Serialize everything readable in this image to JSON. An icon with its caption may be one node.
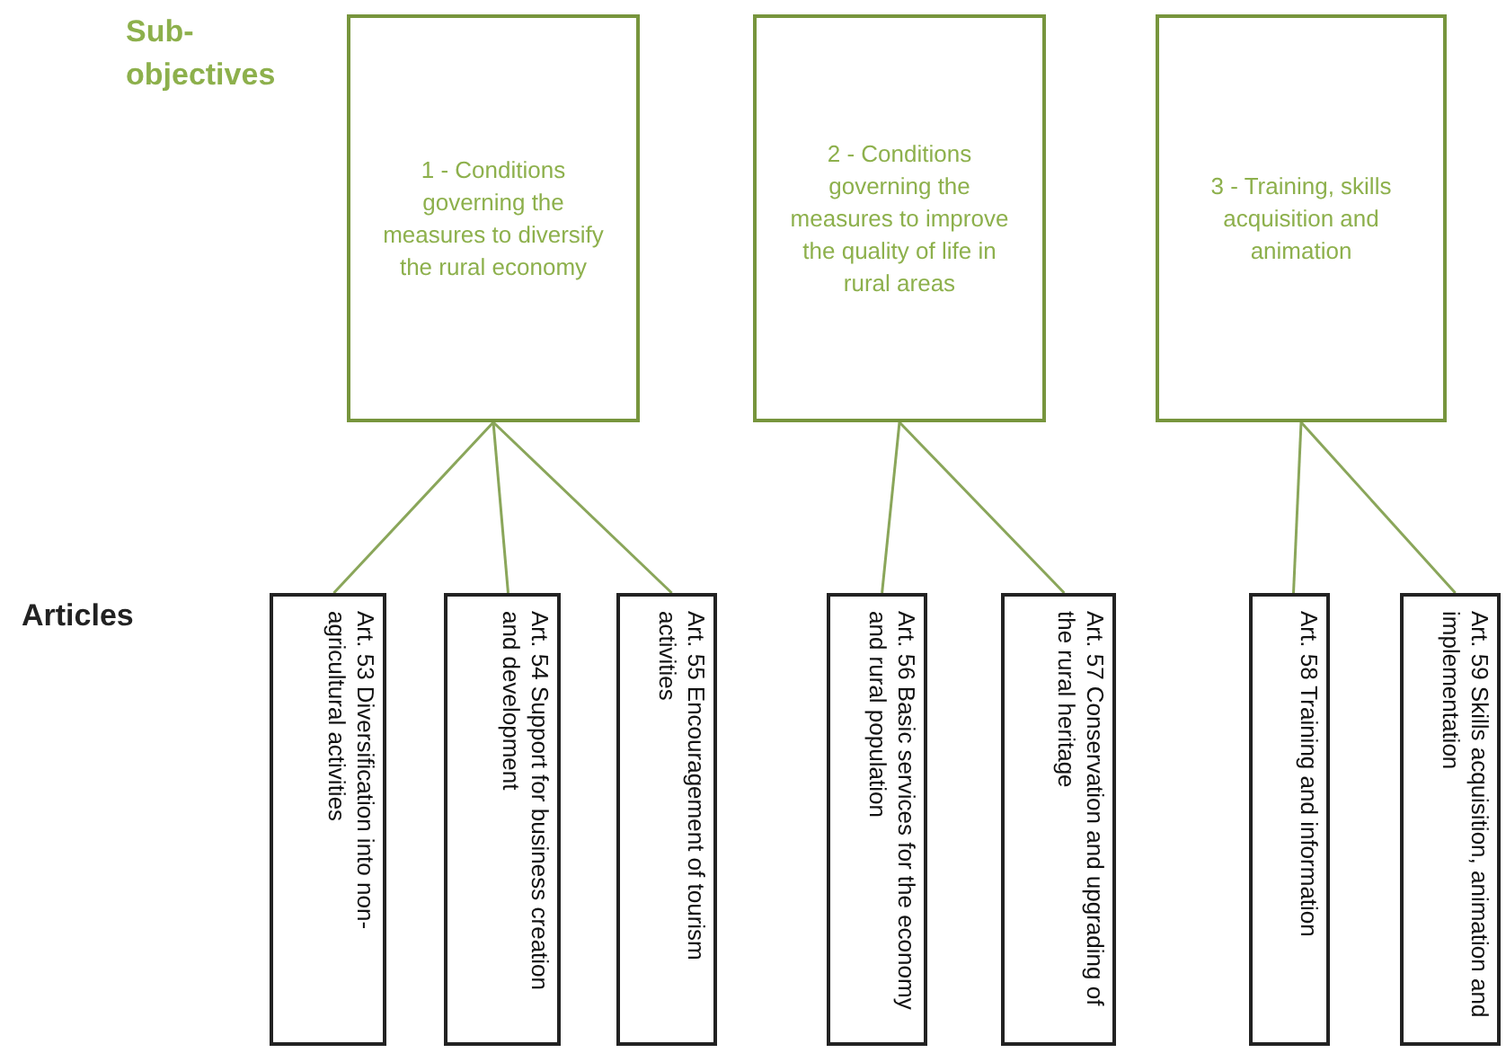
{
  "diagram": {
    "nodes": [
      {
        "text": [
          "1 - Conditions governing the measures to diversify the rural economy"
        ]
      },
      {
        "text": [
          "2 - Conditions governing the measures to improve the quality of life in rural areas"
        ]
      },
      {
        "text": [
          "3 - Training, skills acquisition and animation"
        ]
      },
      {
        "text": [
          "Art. 53 Diversification into non-agricultural activities"
        ]
      },
      {
        "text": [
          "Art. 54 Support for business creation and development"
        ]
      },
      {
        "text": [
          "Art. 55 Encouragement of tourism activities"
        ]
      },
      {
        "text": [
          "Art. 56 Basic services for the economy and rural population"
        ]
      },
      {
        "text": [
          "Art. 57 Conservation and upgrading of the rural heritage"
        ]
      },
      {
        "text": [
          "Art. 58 Training and information"
        ]
      },
      {
        "text": [
          "Art. 59 Skills acquisition, animation and implementation"
        ]
      }
    ],
    "edges": [
      {
        "from": 0,
        "to": 3,
        "arrow": "none"
      },
      {
        "from": 0,
        "to": 4,
        "arrow": "none"
      },
      {
        "from": 0,
        "to": 5,
        "arrow": "none"
      },
      {
        "from": 1,
        "to": 6,
        "arrow": "none"
      },
      {
        "from": 1,
        "to": 7,
        "arrow": "none"
      },
      {
        "from": 2,
        "to": 8,
        "arrow": "none"
      },
      {
        "from": 2,
        "to": 9,
        "arrow": "none"
      }
    ],
    "labels": [
      "Sub-objectives",
      "Articles"
    ]
  }
}
